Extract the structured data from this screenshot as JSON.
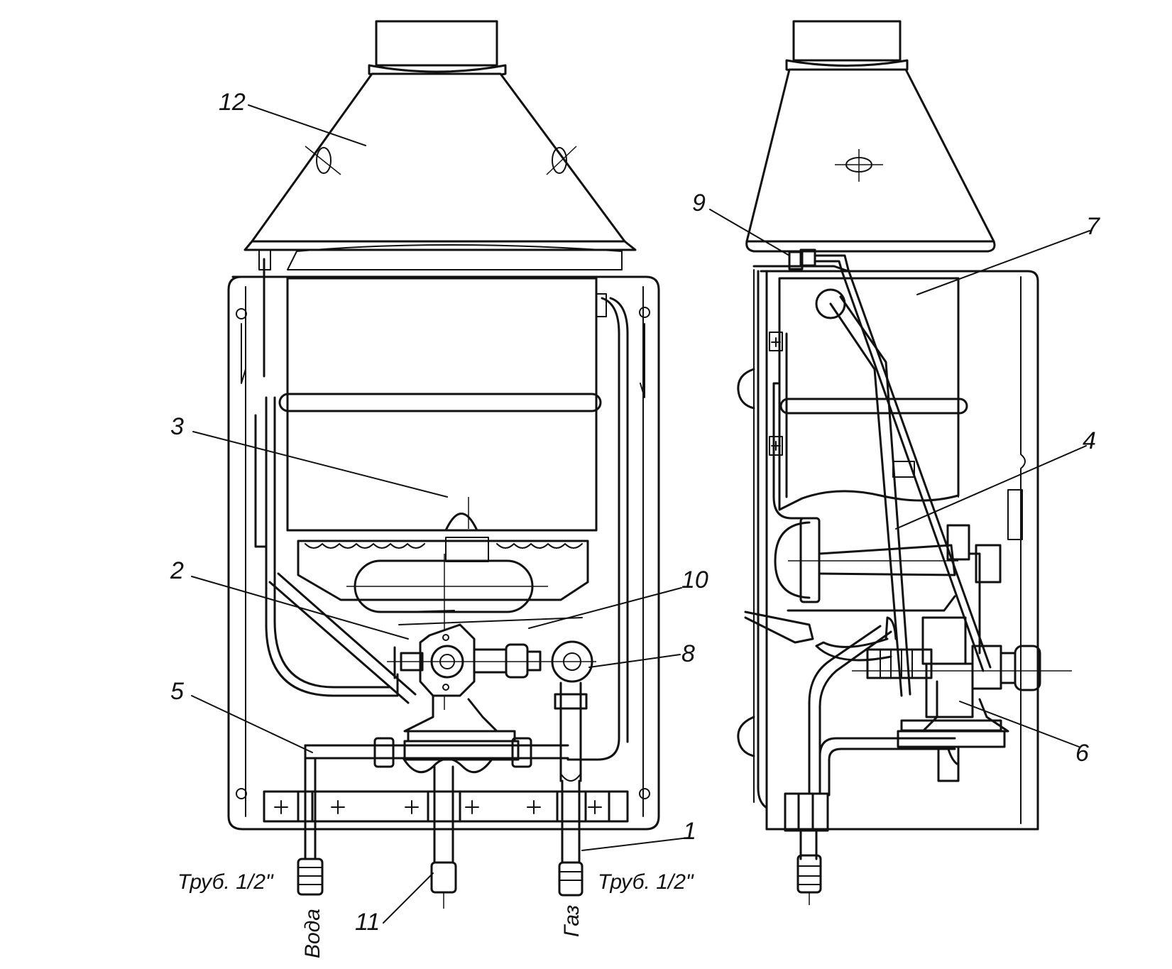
{
  "labels": {
    "n1": "1",
    "n2": "2",
    "n3": "3",
    "n4": "4",
    "n5": "5",
    "n6": "6",
    "n7": "7",
    "n8": "8",
    "n9": "9",
    "n10": "10",
    "n11": "11",
    "n12": "12"
  },
  "captions": {
    "pipe_left": "Труб. 1/2\"",
    "pipe_right": "Труб. 1/2\"",
    "water": "Вода",
    "gas": "Газ"
  }
}
